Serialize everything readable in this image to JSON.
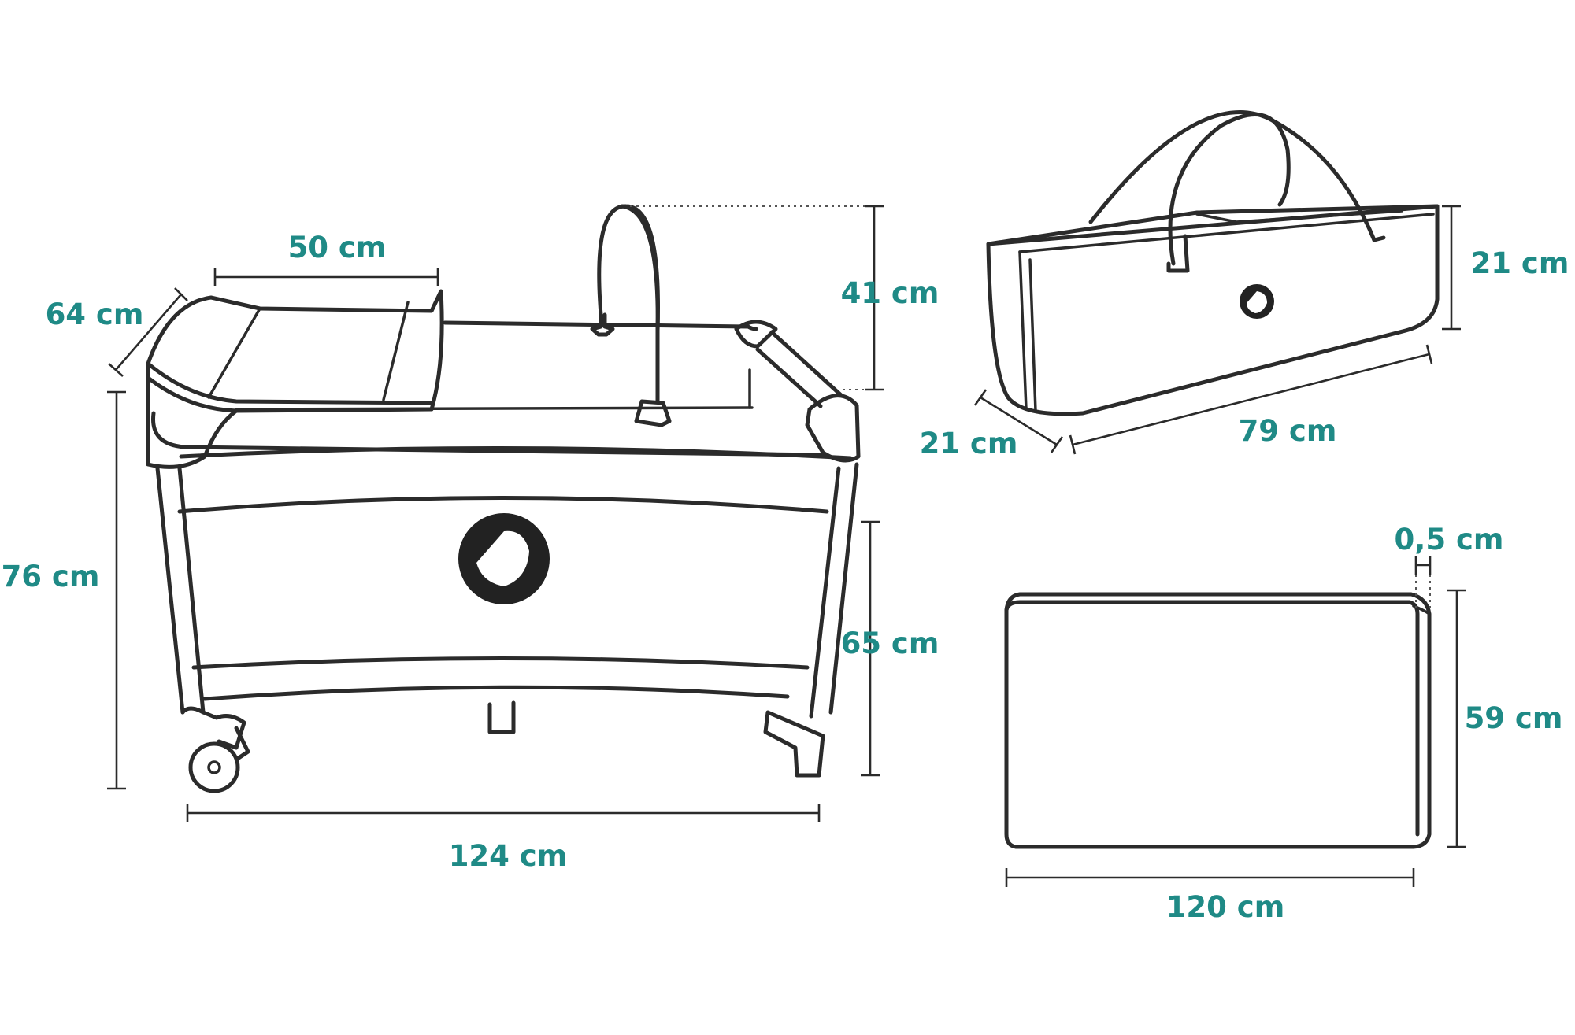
{
  "colors": {
    "label": "#1f8a86",
    "line": "#2b2b2b",
    "logo": "#222222"
  },
  "playpen": {
    "bassinet_width": "50 cm",
    "bassinet_depth": "64 cm",
    "arch_height": "41 cm",
    "total_height": "76 cm",
    "bed_height": "65 cm",
    "total_length": "124 cm"
  },
  "bag": {
    "height": "21 cm",
    "depth": "21 cm",
    "length": "79 cm"
  },
  "mattress": {
    "thickness": "0,5 cm",
    "width": "59 cm",
    "length": "120 cm"
  }
}
